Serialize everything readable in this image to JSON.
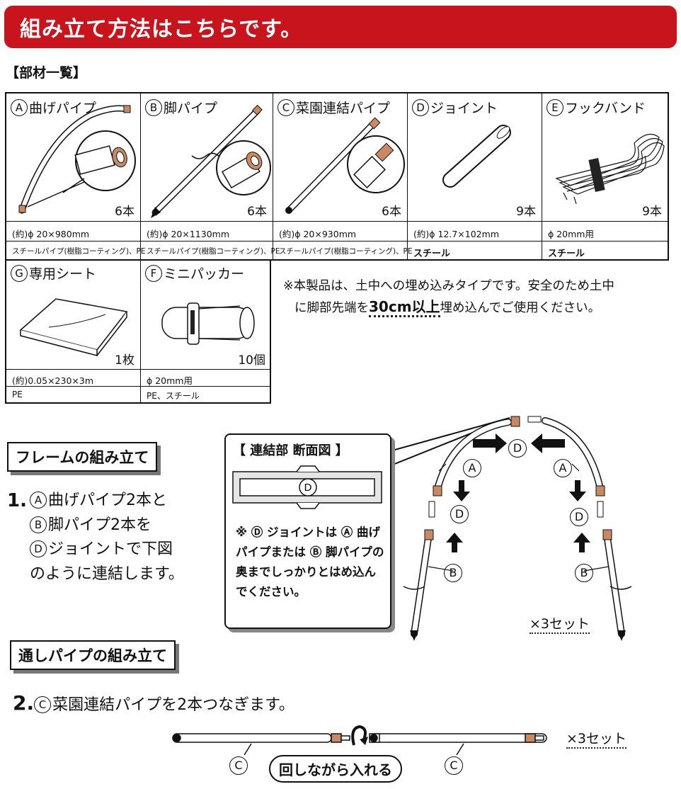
{
  "banner": {
    "title": "組み立て方法はこちらです。"
  },
  "parts_section": {
    "title": "【部材一覧】"
  },
  "parts": [
    {
      "mark": "A",
      "name": "曲げパイプ",
      "count": "6本",
      "dim": "(約)ϕ 20×980mm",
      "material": "スチールパイプ(樹脂コーティング)、PE"
    },
    {
      "mark": "B",
      "name": "脚パイプ",
      "count": "6本",
      "dim": "(約)ϕ 20×1130mm",
      "material": "スチールパイプ(樹脂コーティング)、PE"
    },
    {
      "mark": "C",
      "name": "菜園連結パイプ",
      "count": "6本",
      "dim": "(約)ϕ 20×930mm",
      "material": "スチールパイプ(樹脂コーティング)、PE"
    },
    {
      "mark": "D",
      "name": "ジョイント",
      "count": "9本",
      "dim": "(約)ϕ 12.7×102mm",
      "material": "スチール"
    },
    {
      "mark": "E",
      "name": "フックバンド",
      "count": "9本",
      "dim": "ϕ 20mm用",
      "material": "スチール"
    }
  ],
  "parts2": [
    {
      "mark": "G",
      "name": "専用シート",
      "count": "1枚",
      "dim": "(約)0.05×230×3m",
      "material": "PE"
    },
    {
      "mark": "F",
      "name": "ミニパッカー",
      "count": "10個",
      "dim": "ϕ 20mm用",
      "material": "PE、スチール"
    }
  ],
  "notice": {
    "line1": "※本製品は、土中への埋め込みタイプです。安全のため土中",
    "line2_pre": "に脚部先端を",
    "line2_emph": "30cm以上",
    "line2_post": "埋め込んでご使用ください。"
  },
  "frame": {
    "title": "フレームの組み立て",
    "step_num": "1.",
    "step_lines": [
      "曲げパイプ2本と",
      "脚パイプ2本を",
      "ジョイントで下図",
      "のように連結します。"
    ],
    "step_marks": [
      "A",
      "B",
      "D"
    ],
    "section_title": "【 連結部  断面図 】",
    "section_mark": "D",
    "section_note": "※ Ⓓ ジョイントは Ⓐ 曲げパイプまたは Ⓑ 脚パイプの奥までしっかりとはめ込んでください。",
    "diagram_labels": [
      "A",
      "A",
      "D",
      "D",
      "D",
      "B",
      "B"
    ],
    "set_count": "×3セット"
  },
  "pass": {
    "title": "通しパイプの組み立て",
    "step_num": "2.",
    "step_mark": "C",
    "step_text": "菜園連結パイプを2本つなぎます。",
    "rotate_label": "回しながら入れる",
    "labels": [
      "C",
      "C"
    ],
    "set_count": "×3セット"
  },
  "colors": {
    "banner": "#c8141c",
    "pipe_tip": "#c98a63"
  }
}
